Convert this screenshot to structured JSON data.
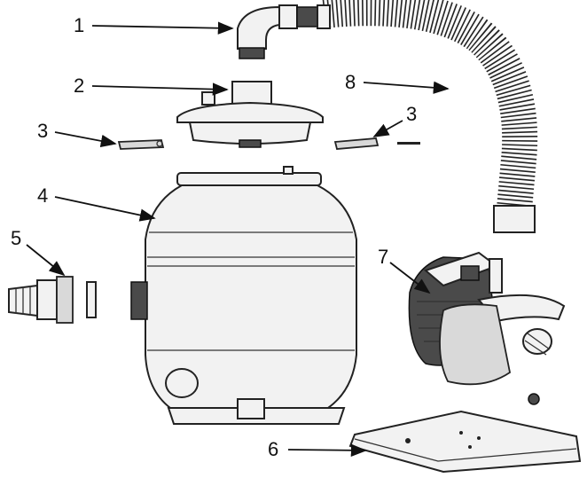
{
  "callouts": [
    {
      "id": "1",
      "label": "1"
    },
    {
      "id": "2",
      "label": "2"
    },
    {
      "id": "3a",
      "label": "3"
    },
    {
      "id": "3b",
      "label": "3"
    },
    {
      "id": "4",
      "label": "4"
    },
    {
      "id": "5",
      "label": "5"
    },
    {
      "id": "6",
      "label": "6"
    },
    {
      "id": "7",
      "label": "7"
    },
    {
      "id": "8",
      "label": "8"
    }
  ],
  "colors": {
    "ink": "#222222",
    "background": "#ffffff"
  }
}
